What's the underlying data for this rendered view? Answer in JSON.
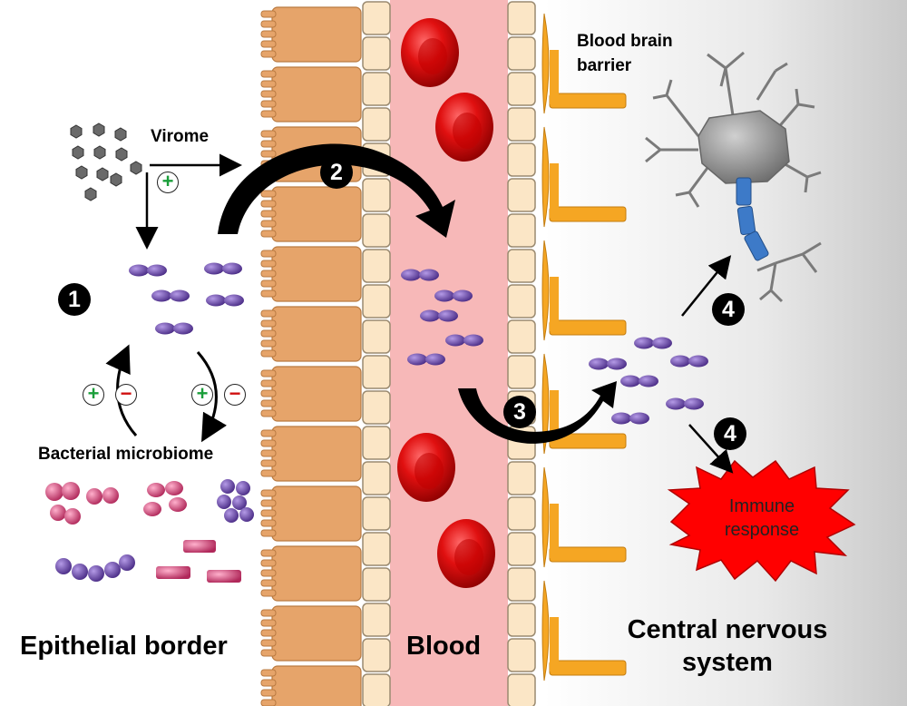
{
  "labels": {
    "virome": "Virome",
    "bacterial_microbiome": "Bacterial microbiome",
    "epithelial_border": "Epithelial border",
    "blood": "Blood",
    "cns_line1": "Central nervous",
    "cns_line2": "system",
    "bbb_line1": "Blood brain",
    "bbb_line2": "barrier",
    "immune_line1": "Immune",
    "immune_line2": "response"
  },
  "steps": {
    "s1": "1",
    "s2": "2",
    "s3": "3",
    "s4a": "4",
    "s4b": "4"
  },
  "signs": {
    "plus": "+",
    "minus": "−"
  },
  "colors": {
    "epithelium": "#e8a870",
    "tight_junction": "#fbe6c6",
    "blood_bg": "#f6b5b5",
    "red_cell": "#e01010",
    "bbb": "#f5a623",
    "neuron_body": "#8e8e8e",
    "axon": "#3d7ac8",
    "bacteria_purple": "#6a4aa8",
    "bacteria_pink": "#d84a7a",
    "immune_burst": "#ff0000"
  }
}
